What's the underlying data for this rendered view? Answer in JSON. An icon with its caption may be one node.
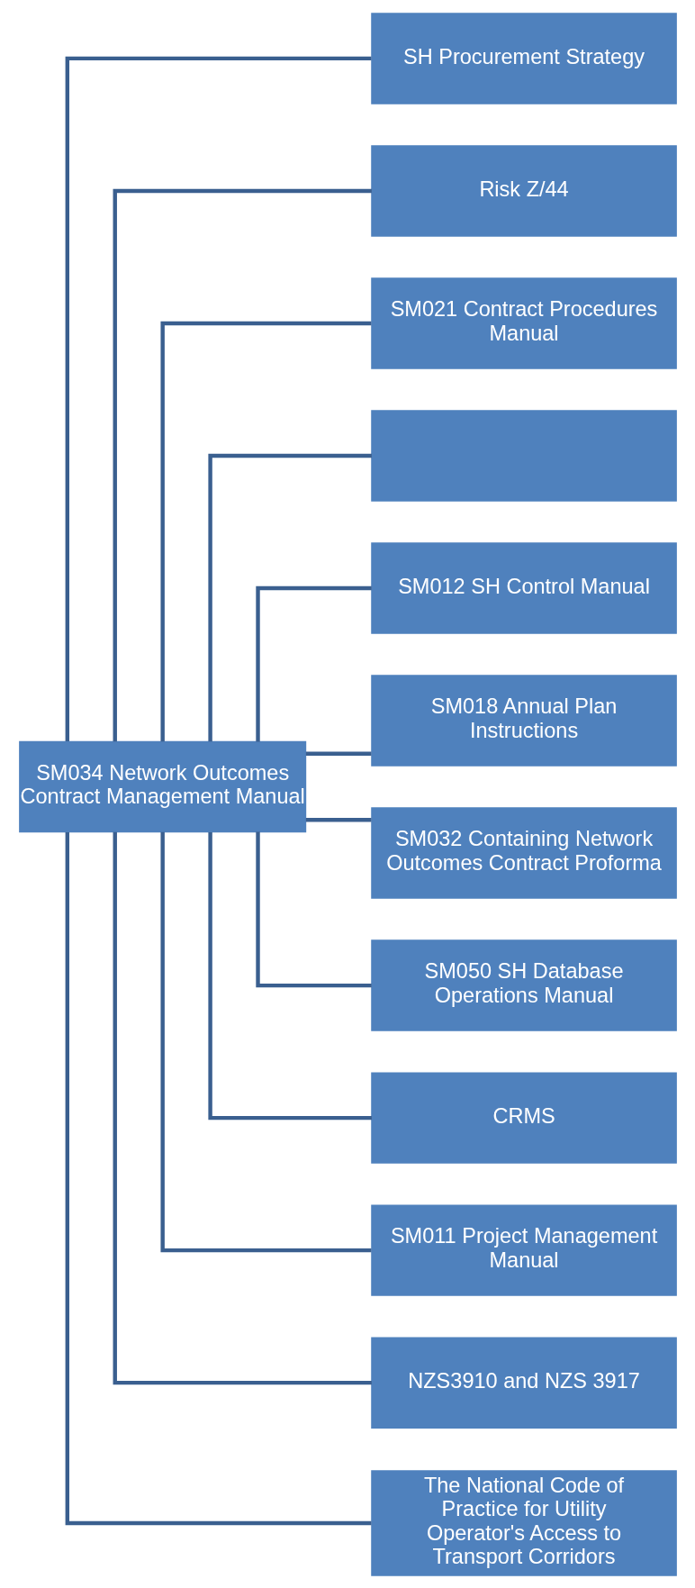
{
  "diagram": {
    "nodes": [
      {
        "text": [
          "SM034 Network Outcomes Contract Management Manual"
        ]
      },
      {
        "text": [
          "SH Procurement Strategy"
        ]
      },
      {
        "text": [
          "Risk Z/44"
        ]
      },
      {
        "text": [
          "SM021 Contract Procedures Manual"
        ]
      },
      {
        "text": [],
        "shape": "box"
      },
      {
        "text": [
          "SM012 SH Control Manual"
        ]
      },
      {
        "text": [
          "SM018 Annual Plan Instructions"
        ]
      },
      {
        "text": [
          "SM032 Containing Network Outcomes Contract Proforma"
        ]
      },
      {
        "text": [
          "SM050 SH Database Operations Manual"
        ]
      },
      {
        "text": [
          "CRMS"
        ]
      },
      {
        "text": [
          "SM011 Project Management Manual"
        ]
      },
      {
        "text": [
          "NZS3910 and NZS 3917"
        ]
      },
      {
        "text": [
          "The National Code of Practice for Utility Operator's Access to Transport Corridors"
        ]
      }
    ],
    "edges": [
      {
        "from": 0,
        "to": 1,
        "arrow": "none"
      },
      {
        "from": 0,
        "to": 2,
        "arrow": "none"
      },
      {
        "from": 0,
        "to": 3,
        "arrow": "none"
      },
      {
        "from": 0,
        "to": 4,
        "arrow": "none"
      },
      {
        "from": 0,
        "to": 5,
        "arrow": "none"
      },
      {
        "from": 0,
        "to": 6,
        "arrow": "none"
      },
      {
        "from": 0,
        "to": 7,
        "arrow": "none"
      },
      {
        "from": 0,
        "to": 8,
        "arrow": "none"
      },
      {
        "from": 0,
        "to": 9,
        "arrow": "none"
      },
      {
        "from": 0,
        "to": 10,
        "arrow": "none"
      },
      {
        "from": 0,
        "to": 11,
        "arrow": "none"
      },
      {
        "from": 0,
        "to": 12,
        "arrow": "none"
      }
    ]
  }
}
